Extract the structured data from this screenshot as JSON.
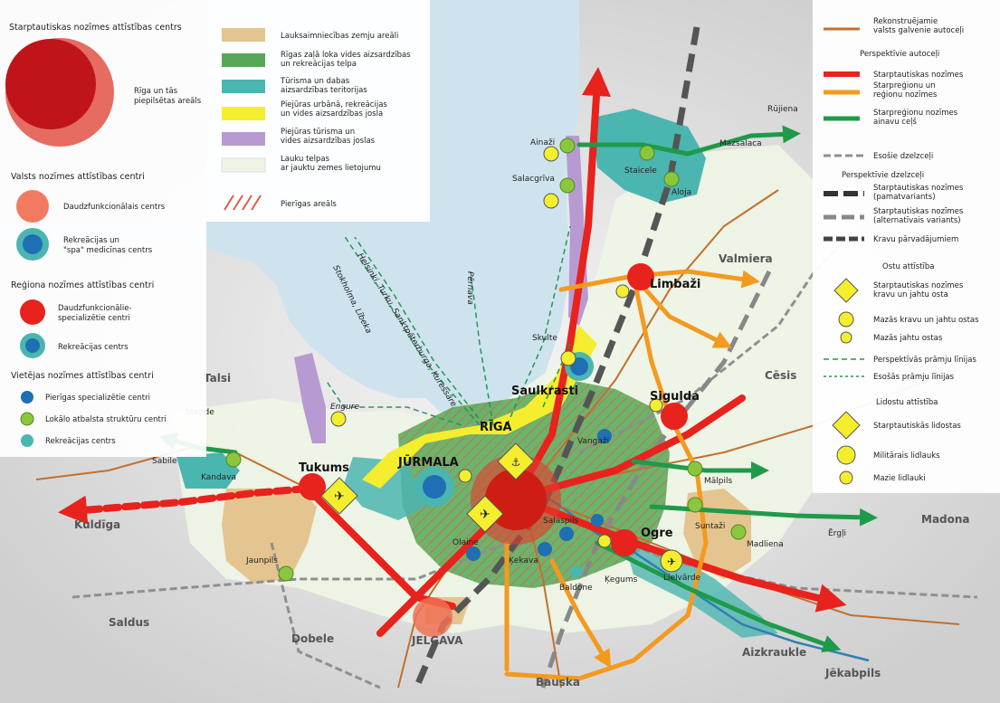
{
  "cities": {
    "riga": "RĪGA",
    "jurmala": "JŪRMALA",
    "tukums": "Tukums",
    "limbazi": "Limbaži",
    "sigulda": "Sigulda",
    "ogre": "Ogre",
    "saulkrasti": "Saulkrasti",
    "jelgava": "JELGAVA",
    "kuldiga": "Kuldīga",
    "talsi": "Talsi",
    "saldus": "Saldus",
    "dobele": "Dobele",
    "bauska": "Bauska",
    "valmiera": "Valmiera",
    "cesis": "Cēsis",
    "madona": "Madona",
    "aizkraukle": "Aizkraukle",
    "jekabpils": "Jēkabpils"
  },
  "towns": {
    "ainazi": "Ainaži",
    "salacgriva": "Salacgrīva",
    "staicele": "Staicele",
    "aloja": "Aloja",
    "mazsalaca": "Mazsalaca",
    "rujiena": "Rūjiena",
    "skulte": "Skulte",
    "engure": "Engure",
    "kandava": "Kandava",
    "sabile": "Sabile",
    "stende": "Stende",
    "jaunpils": "Jaunpils",
    "olaine": "Olaine",
    "kekava": "Ķekava",
    "salaspils": "Salaspils",
    "baldone": "Baldone",
    "kegums": "Ķegums",
    "lielvarde": "Lielvārde",
    "vangazi": "Vangaži",
    "malpils": "Mālpils",
    "suntazi": "Suntaži",
    "madliena": "Madliena",
    "ergli": "Ērgļi"
  },
  "ferry_routes": {
    "route1": "Helsinki, Turku, Sanktpēterburga, Kuressāre",
    "route2": "Stokholma, Lībeka",
    "route3": "Pērnava"
  },
  "legend_left": {
    "intl_title": "Starptautiskas nozīmes attīstības centrs",
    "intl_label": "Rīga un tās piepilsētas areāls",
    "state_title": "Valsts nozīmes attīstības centri",
    "state_items": [
      "Daudzfunkcionālais centrs",
      "Rekreācijas un \"spa\" medicīnas centrs"
    ],
    "region_title": "Reģiona nozīmes attīstības centri",
    "region_items": [
      "Daudzfunkcionālie- specializētie centri",
      "Rekreācijas centrs"
    ],
    "local_title": "Vietējas nozīmes attīstības centri",
    "local_items": [
      "Pierīgas specializētie centri",
      "Lokālo atbalsta struktūru centri",
      "Rekreācijas centrs"
    ]
  },
  "legend_top": {
    "items": [
      {
        "label": "Lauksaimniecības zemju areāli",
        "color": "#e4c58f"
      },
      {
        "label": "Rīgas zaļā loka vides aizsardzības un rekreācijas telpa",
        "color": "#55a856"
      },
      {
        "label": "Tūrisma un dabas aizsardzības teritorijas",
        "color": "#4bb5b0"
      },
      {
        "label": "Piejūras urbānā, rekreācijas un vides aizsardzības josla",
        "color": "#f4ee2e"
      },
      {
        "label": "Piejūras tūrisma un vides aizsardzības josla",
        "color": "#b79ad2"
      },
      {
        "label": "Lauku telpas ar jauktu zemes lietojumu",
        "color": "#eef5e6"
      },
      {
        "label": "Pierīgas areāls",
        "color": "#e05a4a"
      }
    ]
  },
  "legend_right": {
    "road_recon": "Rekonstruējamie valsts galvenie autoceļi",
    "persp_roads_title": "Perspektīvie autoceļi",
    "persp_roads": [
      {
        "label": "Starptautiskas nozīmes",
        "color": "#e8221c"
      },
      {
        "label": "Starpreģionu un reģionu nozīmes",
        "color": "#f39a1f"
      },
      {
        "label": "Starpreģionu nozīmes ainavu ceļš",
        "color": "#1f9a4a"
      }
    ],
    "rail_existing": "Esošie dzelzceļi",
    "persp_rail_title": "Perspektīvie dzelzceļi",
    "persp_rail": [
      "Starptautiskas nozīmes (pamatvariants)",
      "Starptautiskas nozīmes (alternatīvais variants)",
      "Kravu pārvadājumiem"
    ],
    "ports_title": "Ostu attīstība",
    "ports": [
      "Starptautiskas nozīmes kravu un jahtu osta",
      "Mazās kravu un jahtu ostas",
      "Mazās jahtu ostas"
    ],
    "ferry": [
      "Perspektīvās prāmju līnijas",
      "Esošās prāmju līnijas"
    ],
    "airports_title": "Lidostu attīstība",
    "airports": [
      "Starptautiskās lidostas",
      "Militārais lidlauks",
      "Mazie lidlauki"
    ]
  }
}
